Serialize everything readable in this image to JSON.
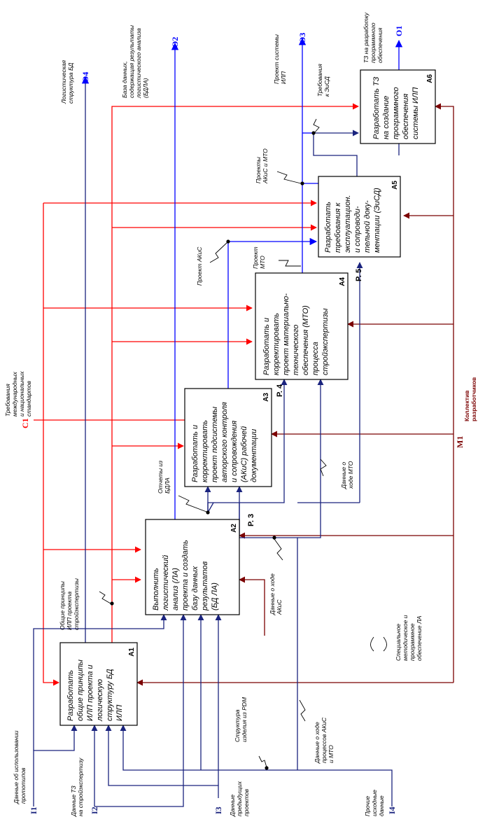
{
  "colors": {
    "input": "#1a237e",
    "control": "#ff0000",
    "output": "#0000ff",
    "mechanism": "#7b0000",
    "stroke": "#000000"
  },
  "blocks": [
    {
      "id": "A1",
      "lines": [
        "Разработать",
        "общие принципы",
        "ИЛП проекта и",
        "логическую",
        "структуру БД",
        "ИЛП"
      ]
    },
    {
      "id": "A2",
      "lines": [
        "Выполнить",
        "логистический",
        "анализ (ЛА)",
        "проекта и создать",
        "базу данных",
        "результатов",
        "(БД ЛА)"
      ]
    },
    {
      "id": "A3",
      "lines": [
        "Разработать и",
        "корректировать",
        "проект подсистемы",
        "авторского контроля",
        "и сопровождения",
        "(АКиС) рабочей",
        "документации"
      ]
    },
    {
      "id": "A4",
      "lines": [
        "Разработать и",
        "корректировать",
        "проект материально-",
        "технического",
        "обеспечения (МТО)",
        "процесса",
        "стройэкспертизы"
      ]
    },
    {
      "id": "A5",
      "lines": [
        "Разработать",
        "требования к",
        "эксплуатацион.",
        "и сопроводи-",
        "тельной доку-",
        "ментации (ЭиСД)"
      ]
    },
    {
      "id": "A6",
      "lines": [
        "Разработать ТЗ",
        "на создание",
        "программного",
        "обеспечения",
        "системы ИЛП"
      ]
    }
  ],
  "ports": {
    "I1": "I1",
    "I2": "I2",
    "I3": "I3",
    "I4": "I4",
    "C1": "C1",
    "M1": "M1",
    "O1": "O1",
    "O2": "O2",
    "O3": "O3",
    "O4": "O4",
    "P3": "P. 3",
    "P4": "P. 4",
    "P5": "P. 5"
  },
  "labels": {
    "i1": [
      "Данные об использовании",
      "прототипов"
    ],
    "i2": [
      "Данные ТЗ",
      "на стройэкспертизу"
    ],
    "i3": [
      "Данные",
      "предыдущих",
      "проектов"
    ],
    "i4": [
      "Прочие",
      "исходные",
      "данные"
    ],
    "c1": [
      "Требования",
      "международных",
      "и национальных",
      "стандартов"
    ],
    "m1": [
      "Коллектив",
      "разработчиков"
    ],
    "o1": [
      "ТЗ на разработку",
      "программного",
      "обеспечения"
    ],
    "o2": [
      "База данных,",
      "содержащая результаты",
      "логистического анализа",
      "(БДЛА)"
    ],
    "o3": [
      "Проект системы",
      "ИЛП"
    ],
    "o4": [
      "Логистическая",
      "структура БД"
    ],
    "req_eisd": [
      "Требования",
      "к ЭиСД"
    ],
    "proj_akis_mto": [
      "Проекты",
      "АКиС и МТО"
    ],
    "proj_akis": [
      "Проект АКиС"
    ],
    "proj_mto": [
      "Проект",
      "МТО"
    ],
    "reports_bdla": [
      "Отчеты из",
      "БДЛА"
    ],
    "common_principles": [
      "Общие принципы",
      "ИЛП проекта",
      "стройэкспертизы"
    ],
    "data_mto": [
      "Данные о",
      "ходе МТО"
    ],
    "data_akis": [
      "Данные о ходе",
      "АКиС"
    ],
    "special_support": [
      "Специальное",
      "методическое и",
      "программное",
      "обеспечение ЛА"
    ],
    "product_structure": [
      "Структура",
      "изделия из PDM"
    ],
    "data_processes": [
      "Данные о ходе",
      "процессов АКиС",
      "и МТО"
    ]
  }
}
